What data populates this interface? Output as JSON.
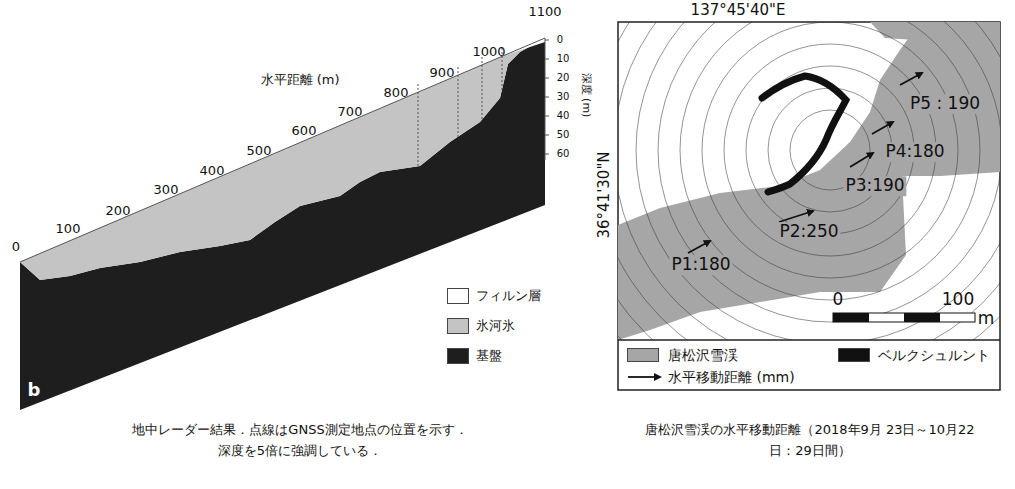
{
  "diagram": {
    "labels": [
      "0",
      "100",
      "200",
      "300",
      "400",
      "500",
      "600",
      "700",
      "800",
      "900",
      "1000",
      "1100",
      "水平距離 (m)",
      "0",
      "10",
      "20",
      "30",
      "40",
      "50",
      "60",
      "深度 (m)",
      "b",
      "地中レーダー結果．点線はGNSS測定地点の位置を示す． 深度を5倍に強調している．",
      "137°45'40\"E",
      "36°41'30\"N",
      "P1:180",
      "P2:250",
      "P3:190",
      "P4:180",
      "P5 : 190",
      "0",
      "100",
      "m",
      "唐松沢雪渓の水平移動距離（2018年9月 23日～10月22日：29日間）"
    ],
    "legend": [
      {
        "text": "フィルン層",
        "color": "#ffffff"
      },
      {
        "text": "氷河氷",
        "color": "#c4c4c4"
      },
      {
        "text": "基盤",
        "color": "#1e1e1e"
      },
      {
        "text": "唐松沢雪渓",
        "color": "#a6a6a6"
      },
      {
        "text": "ベルクシュルント",
        "color": "#111111"
      },
      {
        "text": "水平移動距離 (mm)"
      }
    ]
  }
}
